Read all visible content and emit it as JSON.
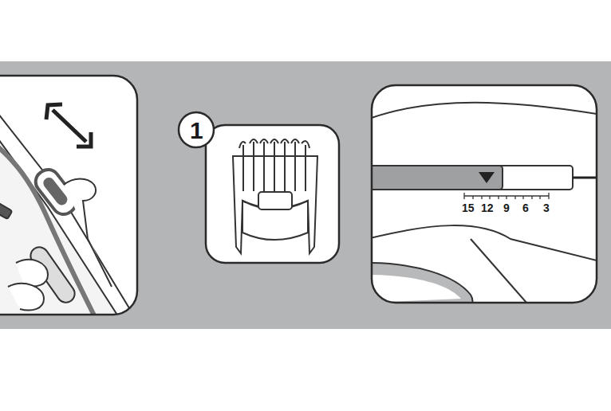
{
  "diagram": {
    "labels": [
      "1",
      "15",
      "12",
      "9",
      "6",
      "3"
    ]
  }
}
